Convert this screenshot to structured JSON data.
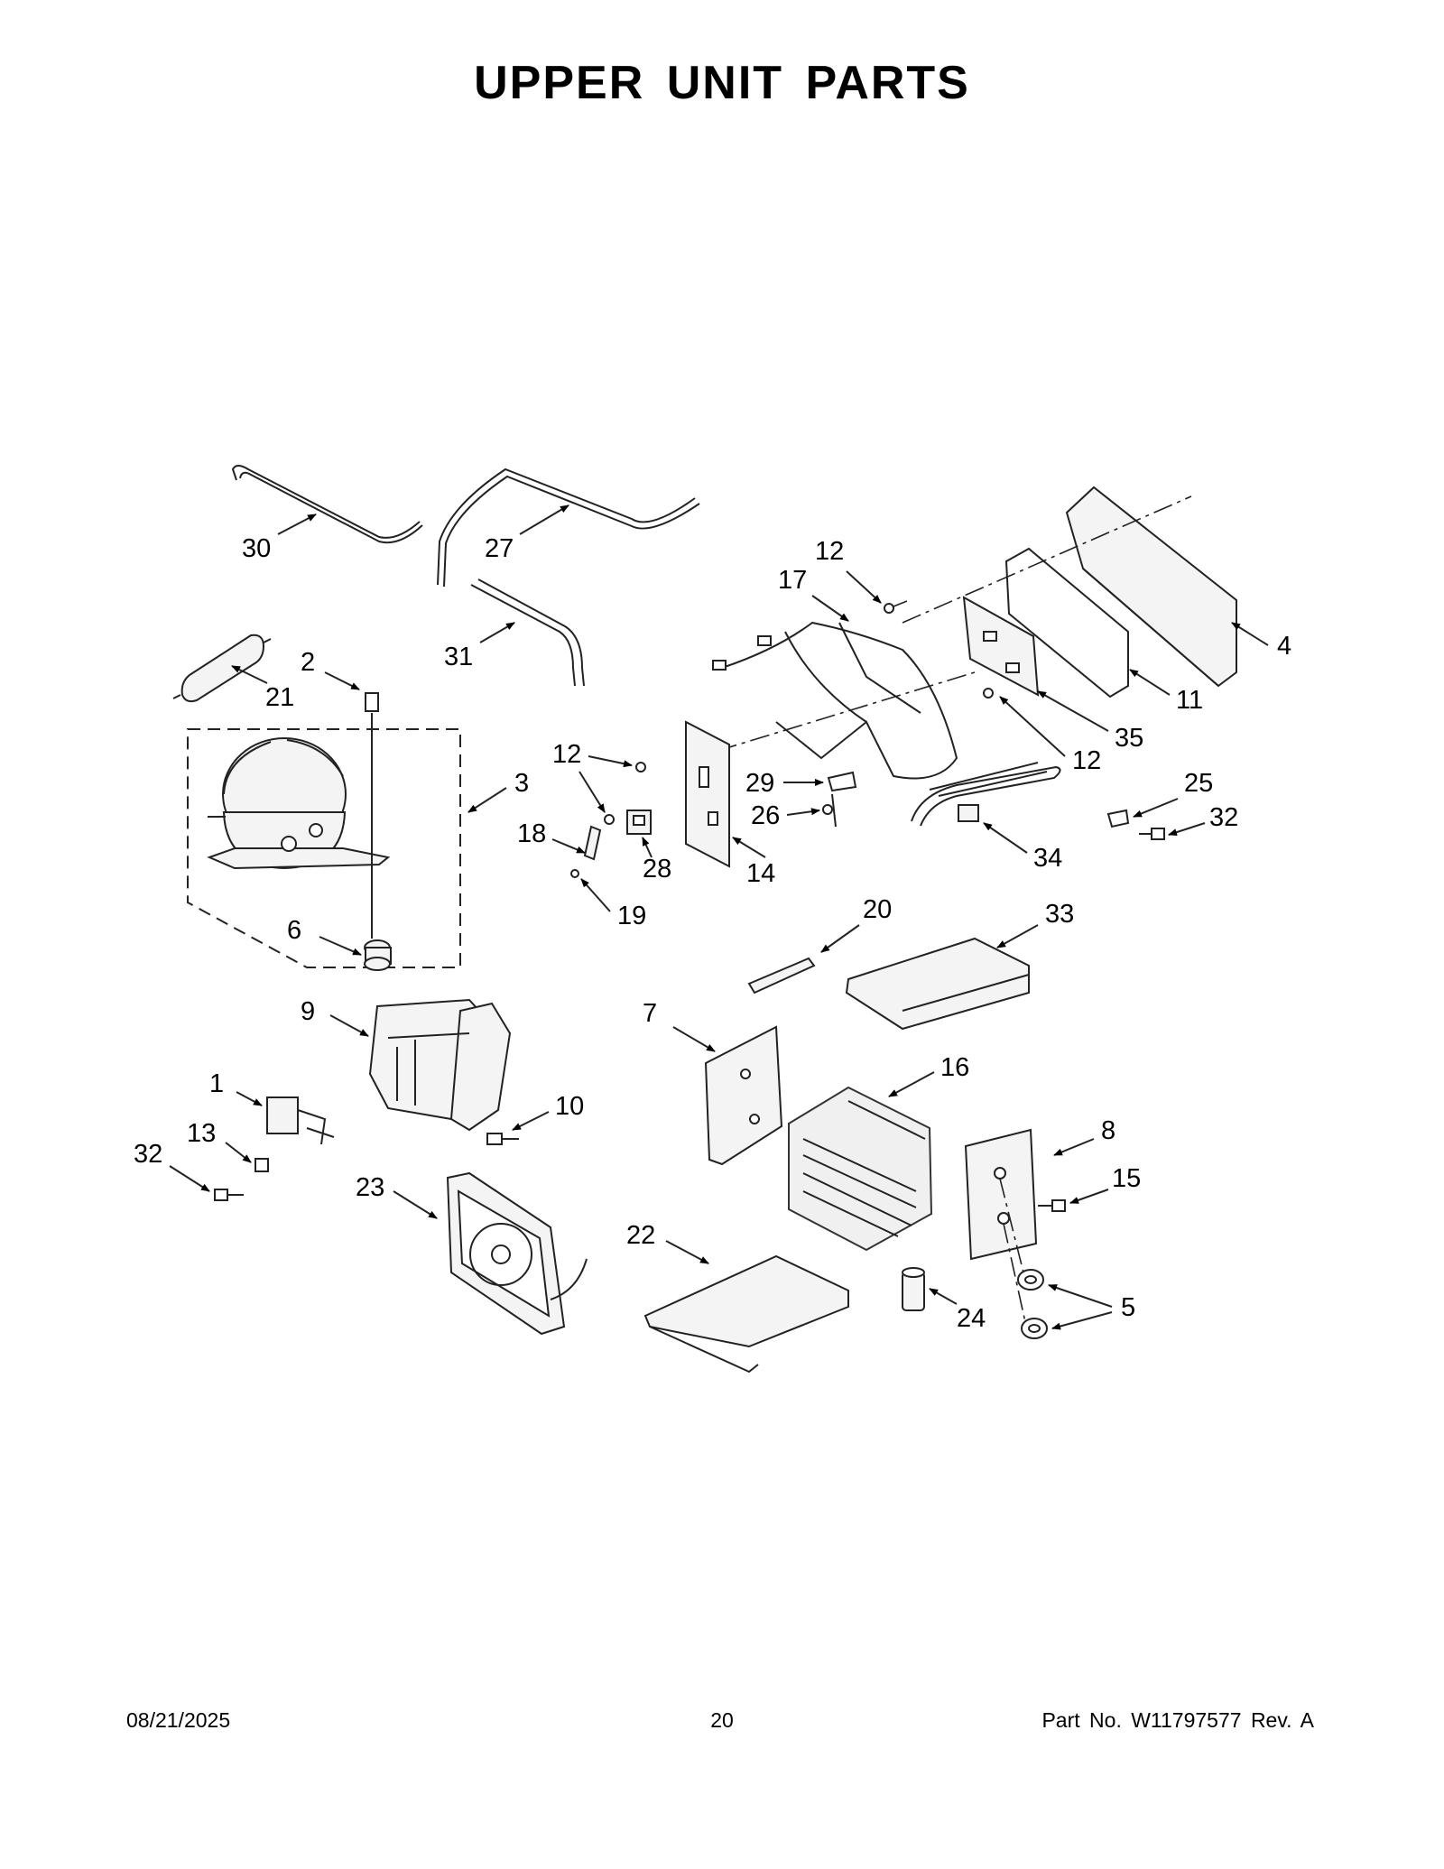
{
  "header": {
    "title": "UPPER UNIT PARTS"
  },
  "footer": {
    "date": "08/21/2025",
    "page_number": "20",
    "part_number": "Part No.  W11797577  Rev.  A"
  },
  "callouts": [
    "1",
    "2",
    "3",
    "4",
    "5",
    "6",
    "7",
    "8",
    "9",
    "10",
    "11",
    "12",
    "13",
    "14",
    "15",
    "16",
    "17",
    "18",
    "19",
    "20",
    "21",
    "22",
    "23",
    "24",
    "25",
    "26",
    "27",
    "28",
    "29",
    "30",
    "31",
    "32",
    "33",
    "34",
    "35"
  ]
}
